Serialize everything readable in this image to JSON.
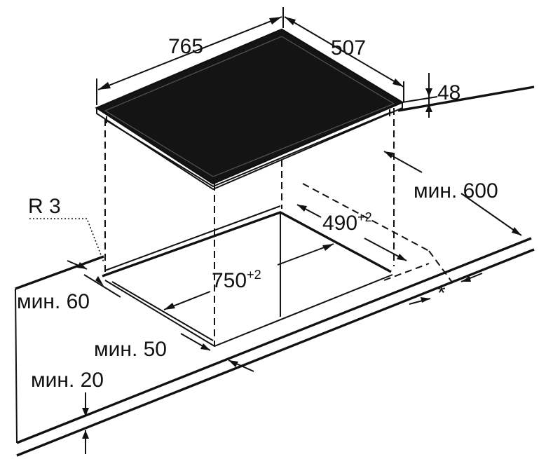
{
  "labels": {
    "width": "765",
    "depth": "507",
    "height": "48",
    "min_600": "мин. 600",
    "cutout_depth": "490",
    "cutout_depth_tol": "+2",
    "cutout_width": "750",
    "cutout_width_tol": "+2",
    "radius": "R 3",
    "min_60": "мин. 60",
    "min_50": "мин. 50",
    "min_20": "мин. 20",
    "asterisk": "*"
  },
  "colors": {
    "line": "#111111",
    "glass": "#141414",
    "background": "#ffffff"
  }
}
